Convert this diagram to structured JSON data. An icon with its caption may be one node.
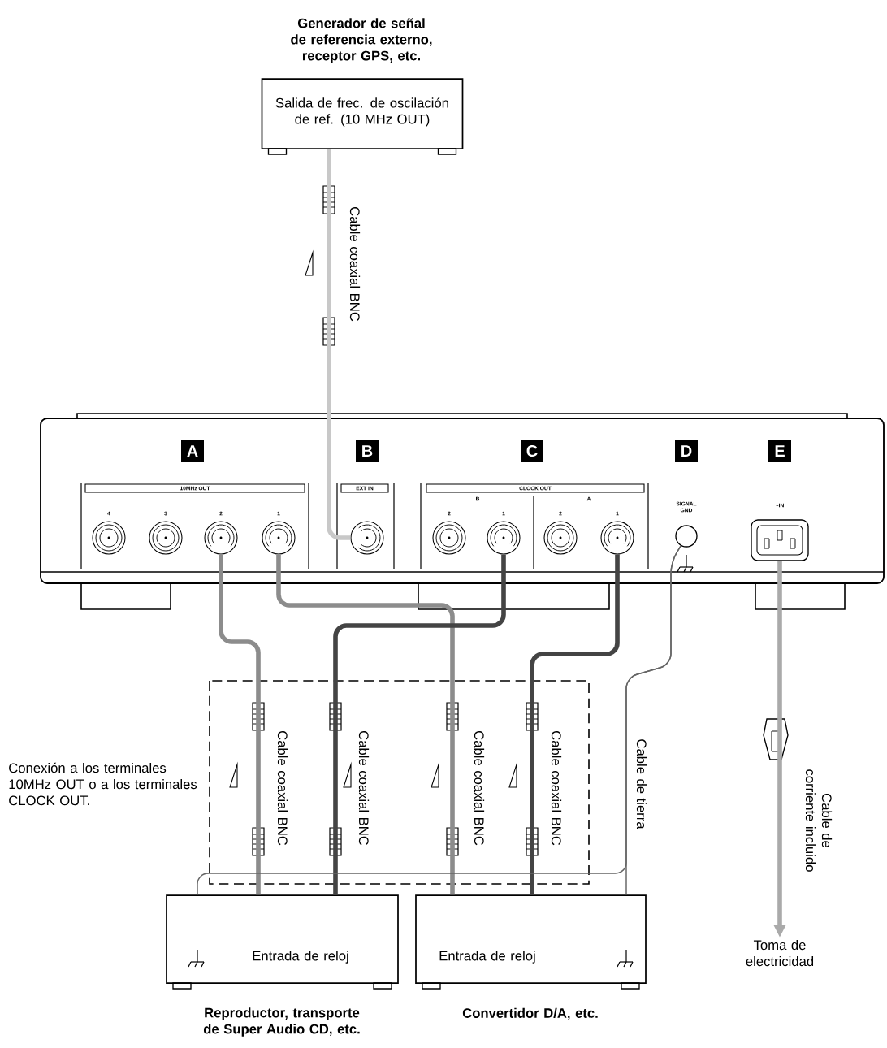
{
  "diagram": {
    "nodes": [
      {
        "text": [
          "Generador de señal de referencia externo, receptor GPS, etc.",
          "Salida de frec. de oscilación de ref. (10 MHz OUT)"
        ]
      },
      {
        "text": [],
        "shape": "box"
      },
      {
        "text": [],
        "shape": "circle",
        "in": 1
      },
      {
        "text": [],
        "shape": "circle",
        "in": 1
      },
      {
        "text": [],
        "shape": "circle",
        "in": 1
      },
      {
        "text": [],
        "shape": "circle",
        "in": 1
      },
      {
        "text": [],
        "shape": "circle",
        "in": 1
      },
      {
        "text": [],
        "shape": "circle",
        "in": 1
      },
      {
        "text": [],
        "shape": "circle",
        "in": 1
      },
      {
        "text": [],
        "shape": "circle",
        "in": 1
      },
      {
        "text": [],
        "shape": "circle",
        "in": 1
      },
      {
        "text": [],
        "shape": "circle",
        "in": 1
      },
      {
        "text": [],
        "shape": "box",
        "in": 1
      },
      {
        "text": [
          "Entrada de reloj",
          "Reproductor, transporte de Super Audio CD, etc."
        ]
      },
      {
        "text": [
          "Entrada de reloj",
          "Convertidor D/A, etc."
        ]
      },
      {
        "text": [
          "Toma de electricidad"
        ]
      }
    ],
    "edges": [
      {
        "from": 0,
        "to": 6,
        "arrow": "none",
        "label": "Cable coaxial BNC",
        "color": "#c8c8c8"
      },
      {
        "from": 4,
        "to": 13,
        "arrow": "none",
        "label": "Cable coaxial BNC",
        "color": "#8c8c8c"
      },
      {
        "from": 5,
        "to": 14,
        "arrow": "none",
        "label": "Cable coaxial BNC",
        "color": "#8c8c8c"
      },
      {
        "from": 8,
        "to": 13,
        "arrow": "none",
        "label": "Cable coaxial BNC",
        "color": "#444444"
      },
      {
        "from": 10,
        "to": 14,
        "arrow": "none",
        "label": "Cable coaxial BNC",
        "color": "#444444"
      },
      {
        "from": 11,
        "to": 14,
        "arrow": "none",
        "label": "Cable de tierra",
        "color": "#666666"
      },
      {
        "from": 11,
        "to": 13,
        "arrow": "none",
        "color": "#666666"
      },
      {
        "from": 12,
        "to": 15,
        "arrow": "to",
        "label": "Cable de corriente incluido",
        "color": "#aaaaaa"
      }
    ],
    "labels": [
      "A",
      "B",
      "C",
      "D",
      "E",
      "10MHz OUT",
      "EXT IN",
      "CLOCK OUT",
      "B",
      "A",
      "SIGNAL GND",
      "~IN",
      "4",
      "3",
      "2",
      "1",
      "2",
      "1",
      "2",
      "1",
      "Conexión a los terminales 10MHz OUT o a los terminales CLOCK OUT."
    ]
  }
}
